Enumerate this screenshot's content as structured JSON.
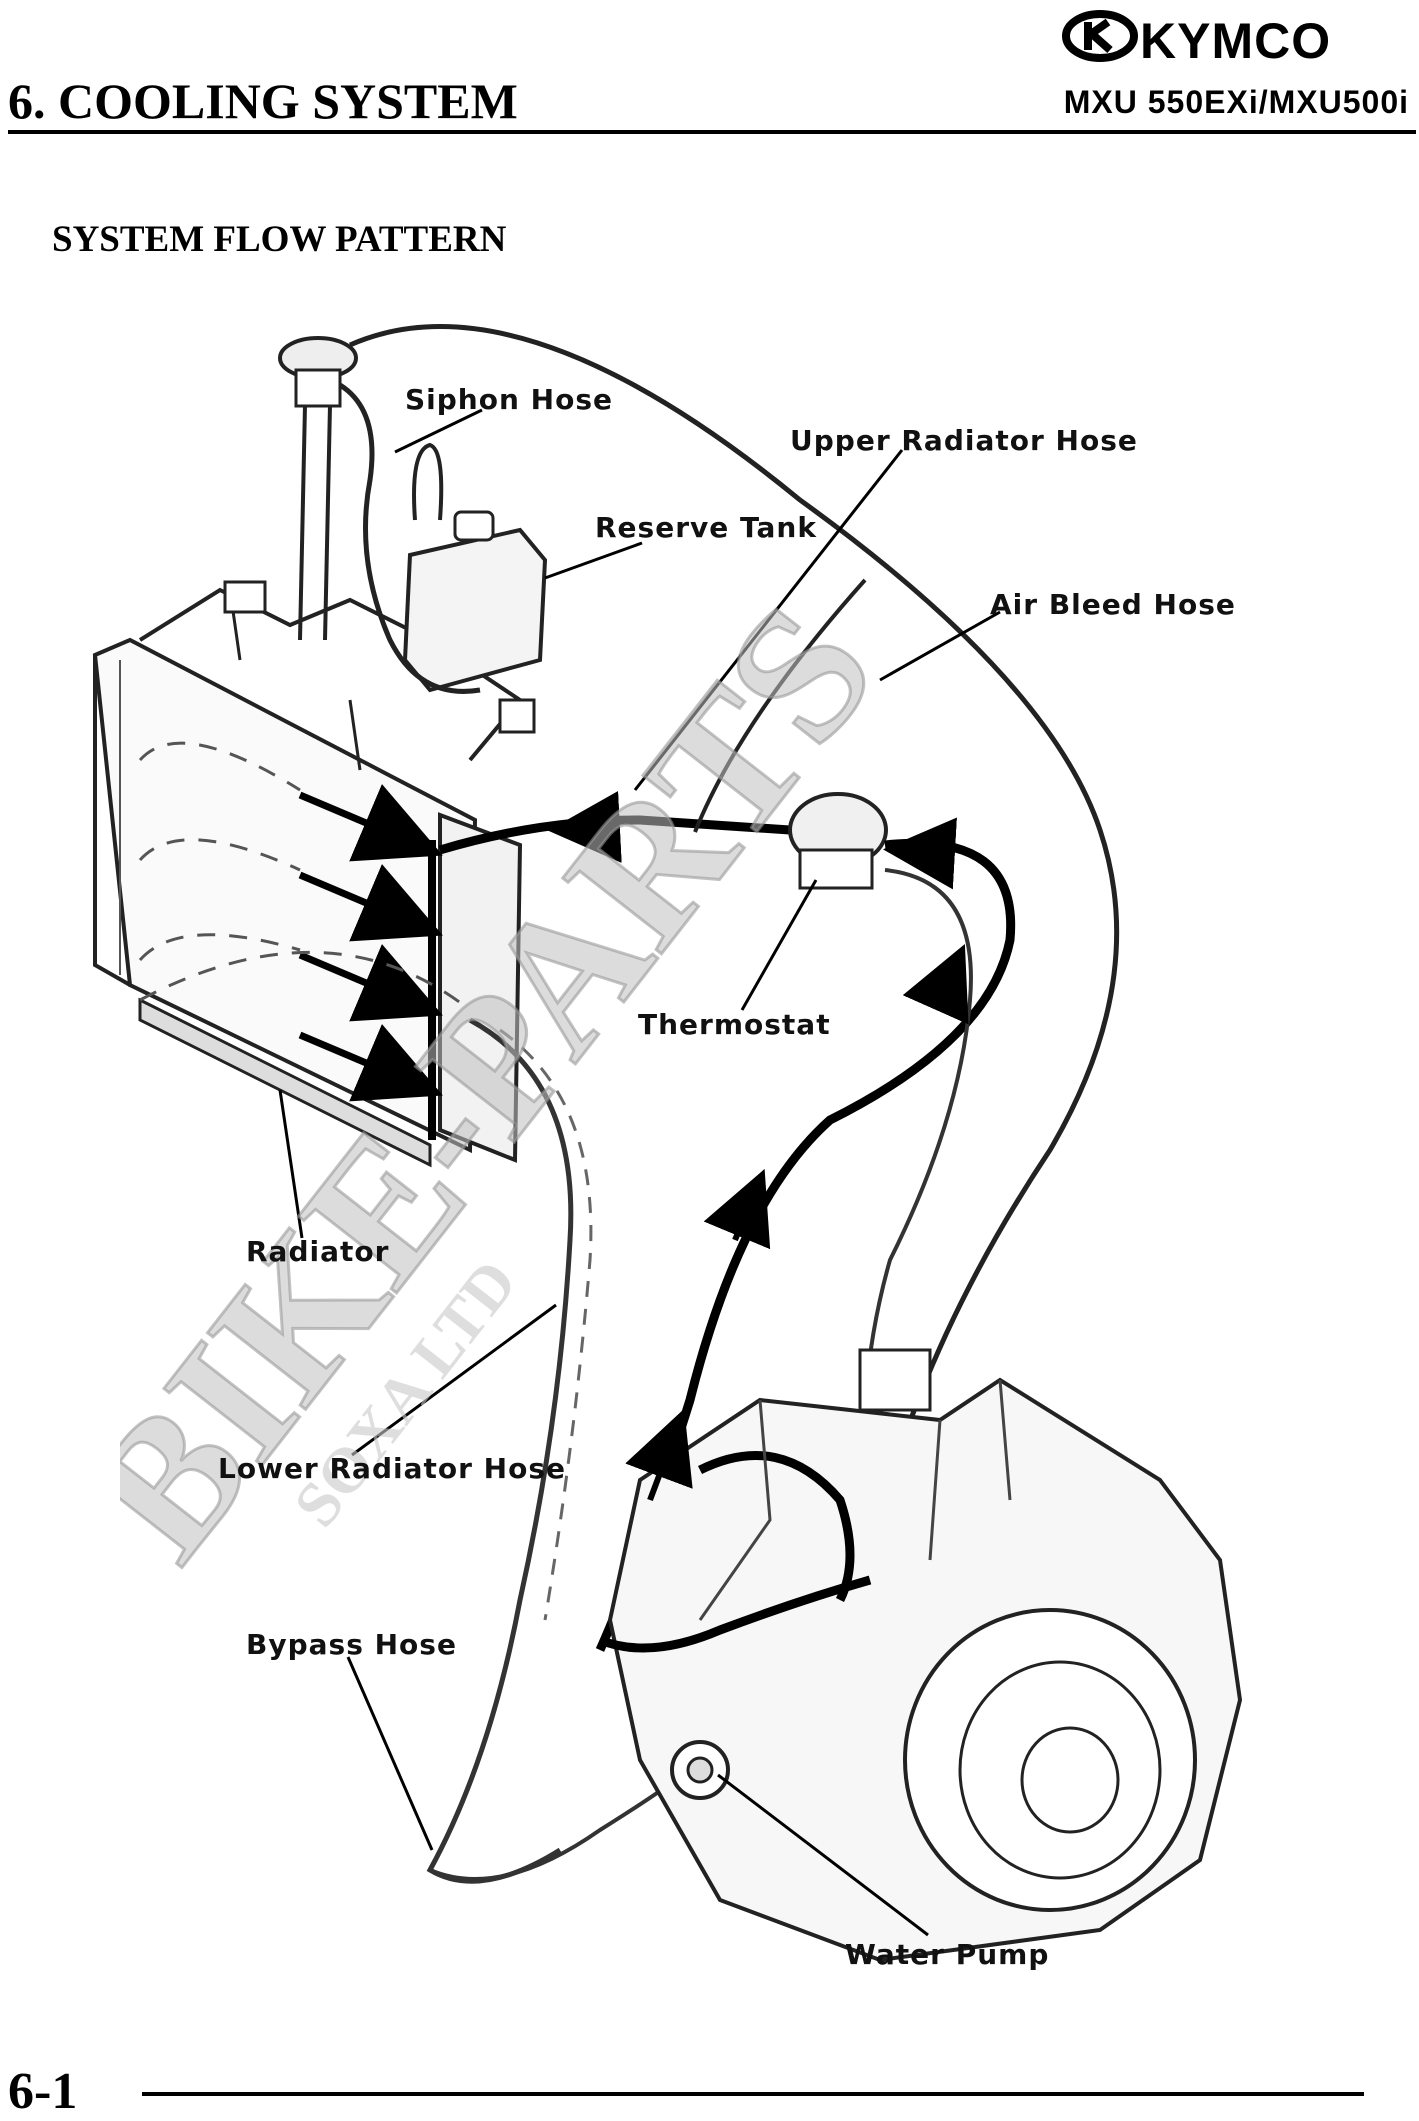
{
  "header": {
    "brand": "KYMCO",
    "chapter_title": "6. COOLING SYSTEM",
    "model": "MXU 550EXi/MXU500i"
  },
  "section_title": "SYSTEM FLOW PATTERN",
  "labels": {
    "siphon_hose": "Siphon Hose",
    "upper_radiator_hose": "Upper Radiator Hose",
    "reserve_tank": "Reserve Tank",
    "air_bleed_hose": "Air Bleed Hose",
    "thermostat": "Thermostat",
    "radiator": "Radiator",
    "lower_radiator_hose": "Lower Radiator Hose",
    "bypass_hose": "Bypass Hose",
    "water_pump": "Water Pump"
  },
  "watermark": {
    "main": "BIKE-PARTS",
    "sub": "SOXA LTD"
  },
  "footer": {
    "page_number": "6-1"
  }
}
